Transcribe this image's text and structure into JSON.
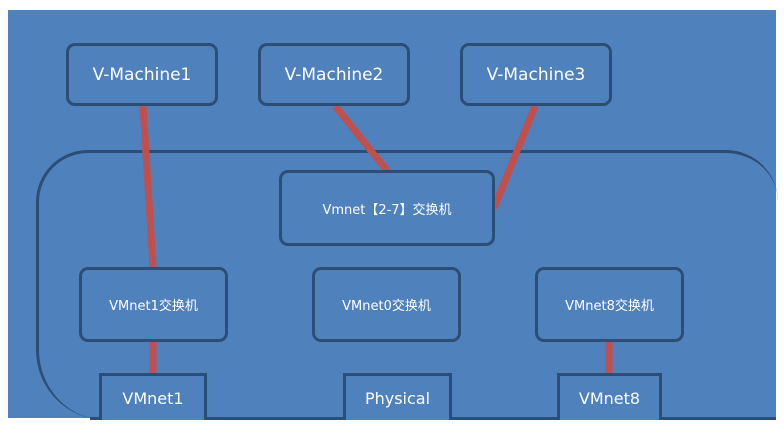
{
  "machines": [
    {
      "label": "V-Machine1"
    },
    {
      "label": "V-Machine2"
    },
    {
      "label": "V-Machine3"
    }
  ],
  "switches": {
    "vmnet_2_7": "Vmnet【2-7】交换机",
    "vmnet1": "VMnet1交换机",
    "vmnet0": "VMnet0交换机",
    "vmnet8": "VMnet8交换机"
  },
  "interfaces": {
    "vmnet1": "VMnet1",
    "physical": "Physical",
    "vmnet8": "VMnet8"
  },
  "colors": {
    "background": "#4f81bd",
    "border": "#2c4d75",
    "link": "#c0504d",
    "text": "#ffffff"
  }
}
